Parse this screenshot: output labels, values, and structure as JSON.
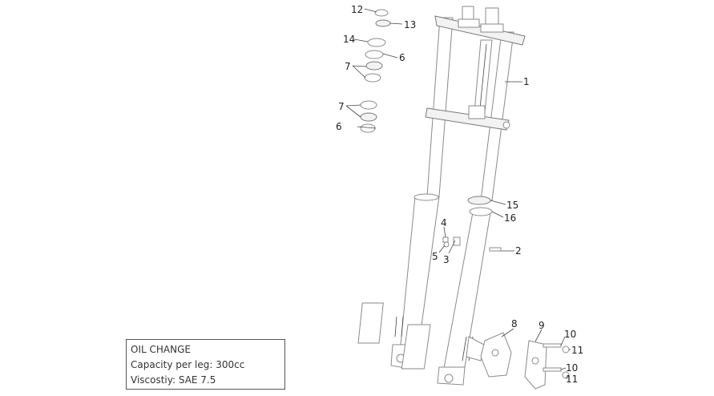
{
  "callouts": {
    "c1": "1",
    "c2": "2",
    "c3": "3",
    "c4": "4",
    "c5": "5",
    "c6a": "6",
    "c6b": "6",
    "c7a": "7",
    "c7b": "7",
    "c8": "8",
    "c9": "9",
    "c10a": "10",
    "c10b": "10",
    "c11a": "11",
    "c11b": "11",
    "c12": "12",
    "c13": "13",
    "c14": "14",
    "c15": "15",
    "c16": "16"
  },
  "info_box": {
    "title": "OIL CHANGE",
    "line1": "Capacity per leg: 300cc",
    "line2": "Viscostiy: SAE 7.5"
  }
}
